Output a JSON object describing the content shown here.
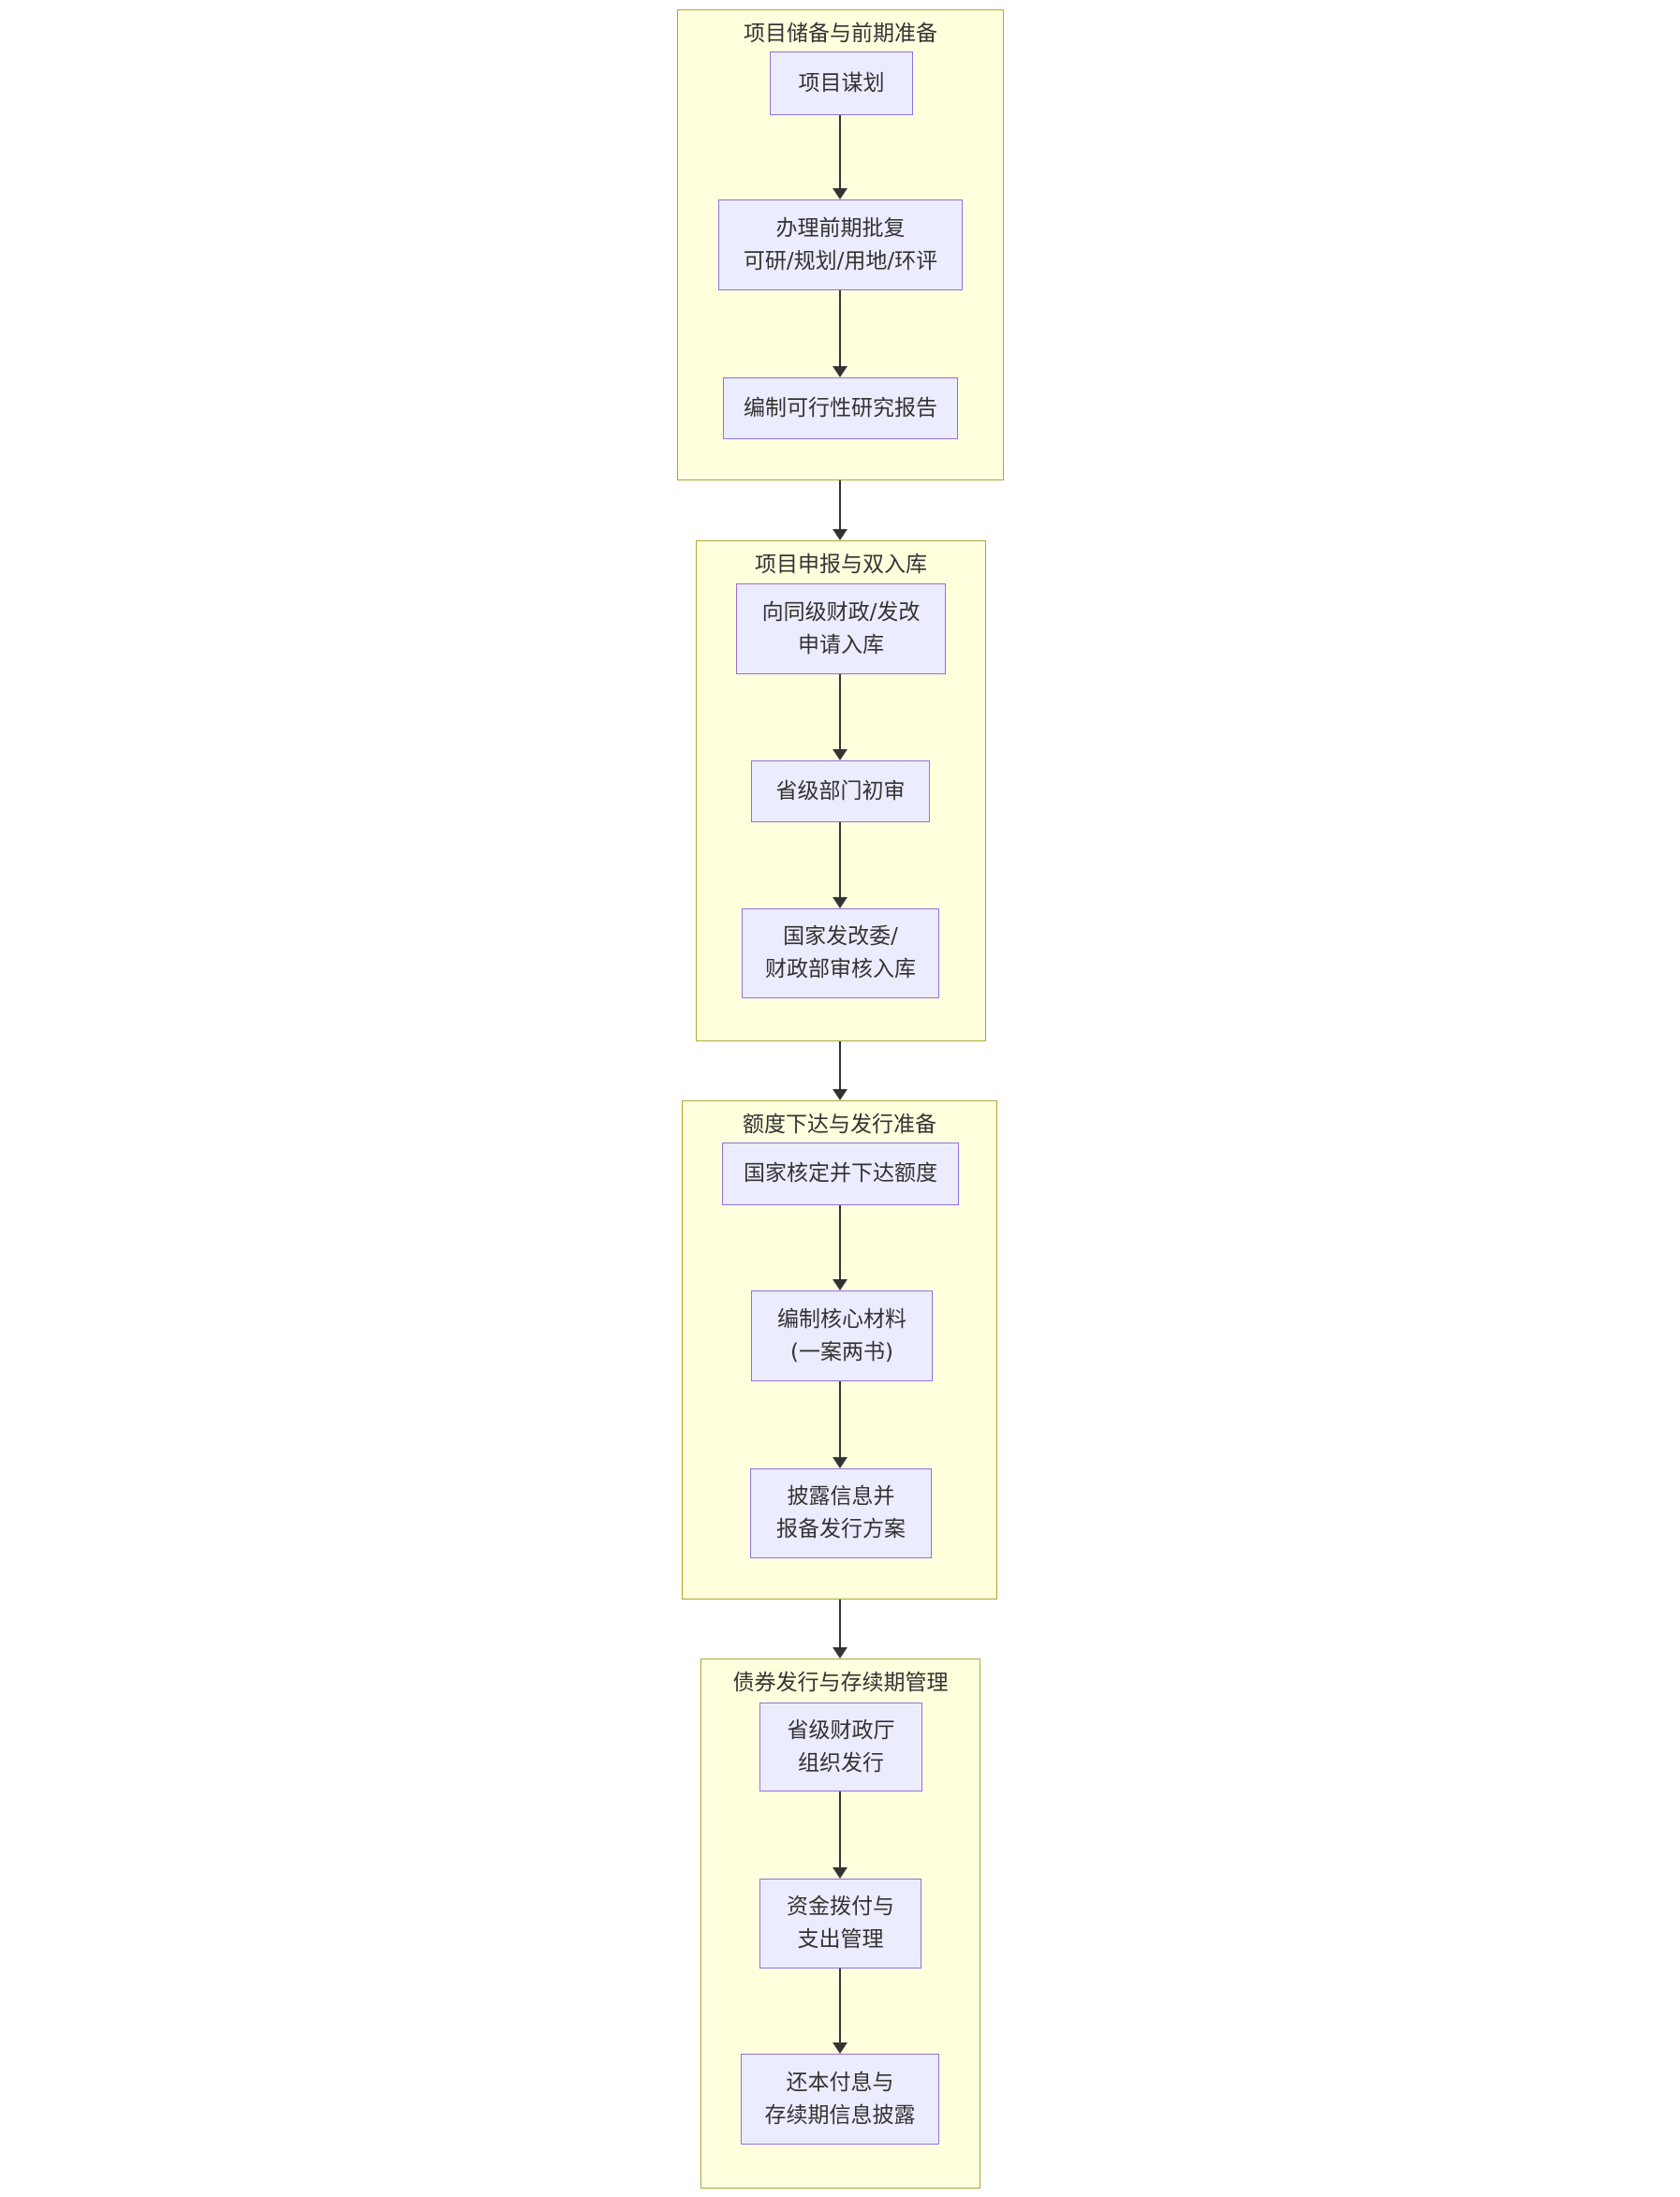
{
  "diagram": {
    "type": "flowchart-top-down",
    "colors": {
      "group_fill": "#ffffde",
      "group_border": "#aaaa33",
      "node_fill": "#ececff",
      "node_border": "#9370db",
      "text": "#333333",
      "arrow": "#333333"
    },
    "groups": [
      {
        "id": "g1",
        "title": "项目储备与前期准备",
        "nodes": [
          {
            "id": "n1",
            "lines": [
              "项目谋划"
            ]
          },
          {
            "id": "n2",
            "lines": [
              "办理前期批复",
              "可研/规划/用地/环评"
            ]
          },
          {
            "id": "n3",
            "lines": [
              "编制可行性研究报告"
            ]
          }
        ]
      },
      {
        "id": "g2",
        "title": "项目申报与双入库",
        "nodes": [
          {
            "id": "n4",
            "lines": [
              "向同级财政/发改",
              "申请入库"
            ]
          },
          {
            "id": "n5",
            "lines": [
              "省级部门初审"
            ]
          },
          {
            "id": "n6",
            "lines": [
              "国家发改委/",
              "财政部审核入库"
            ]
          }
        ]
      },
      {
        "id": "g3",
        "title": "额度下达与发行准备",
        "nodes": [
          {
            "id": "n7",
            "lines": [
              "国家核定并下达额度"
            ]
          },
          {
            "id": "n8",
            "lines": [
              "编制核心材料",
              "(一案两书)"
            ]
          },
          {
            "id": "n9",
            "lines": [
              "披露信息并",
              "报备发行方案"
            ]
          }
        ]
      },
      {
        "id": "g4",
        "title": "债券发行与存续期管理",
        "nodes": [
          {
            "id": "n10",
            "lines": [
              "省级财政厅",
              "组织发行"
            ]
          },
          {
            "id": "n11",
            "lines": [
              "资金拨付与",
              "支出管理"
            ]
          },
          {
            "id": "n12",
            "lines": [
              "还本付息与",
              "存续期信息披露"
            ]
          }
        ]
      }
    ],
    "edges": [
      {
        "from": "n1",
        "to": "n2"
      },
      {
        "from": "n2",
        "to": "n3"
      },
      {
        "from": "g1",
        "to": "g2"
      },
      {
        "from": "n4",
        "to": "n5"
      },
      {
        "from": "n5",
        "to": "n6"
      },
      {
        "from": "g2",
        "to": "g3"
      },
      {
        "from": "n7",
        "to": "n8"
      },
      {
        "from": "n8",
        "to": "n9"
      },
      {
        "from": "g3",
        "to": "g4"
      },
      {
        "from": "n10",
        "to": "n11"
      },
      {
        "from": "n11",
        "to": "n12"
      }
    ]
  }
}
